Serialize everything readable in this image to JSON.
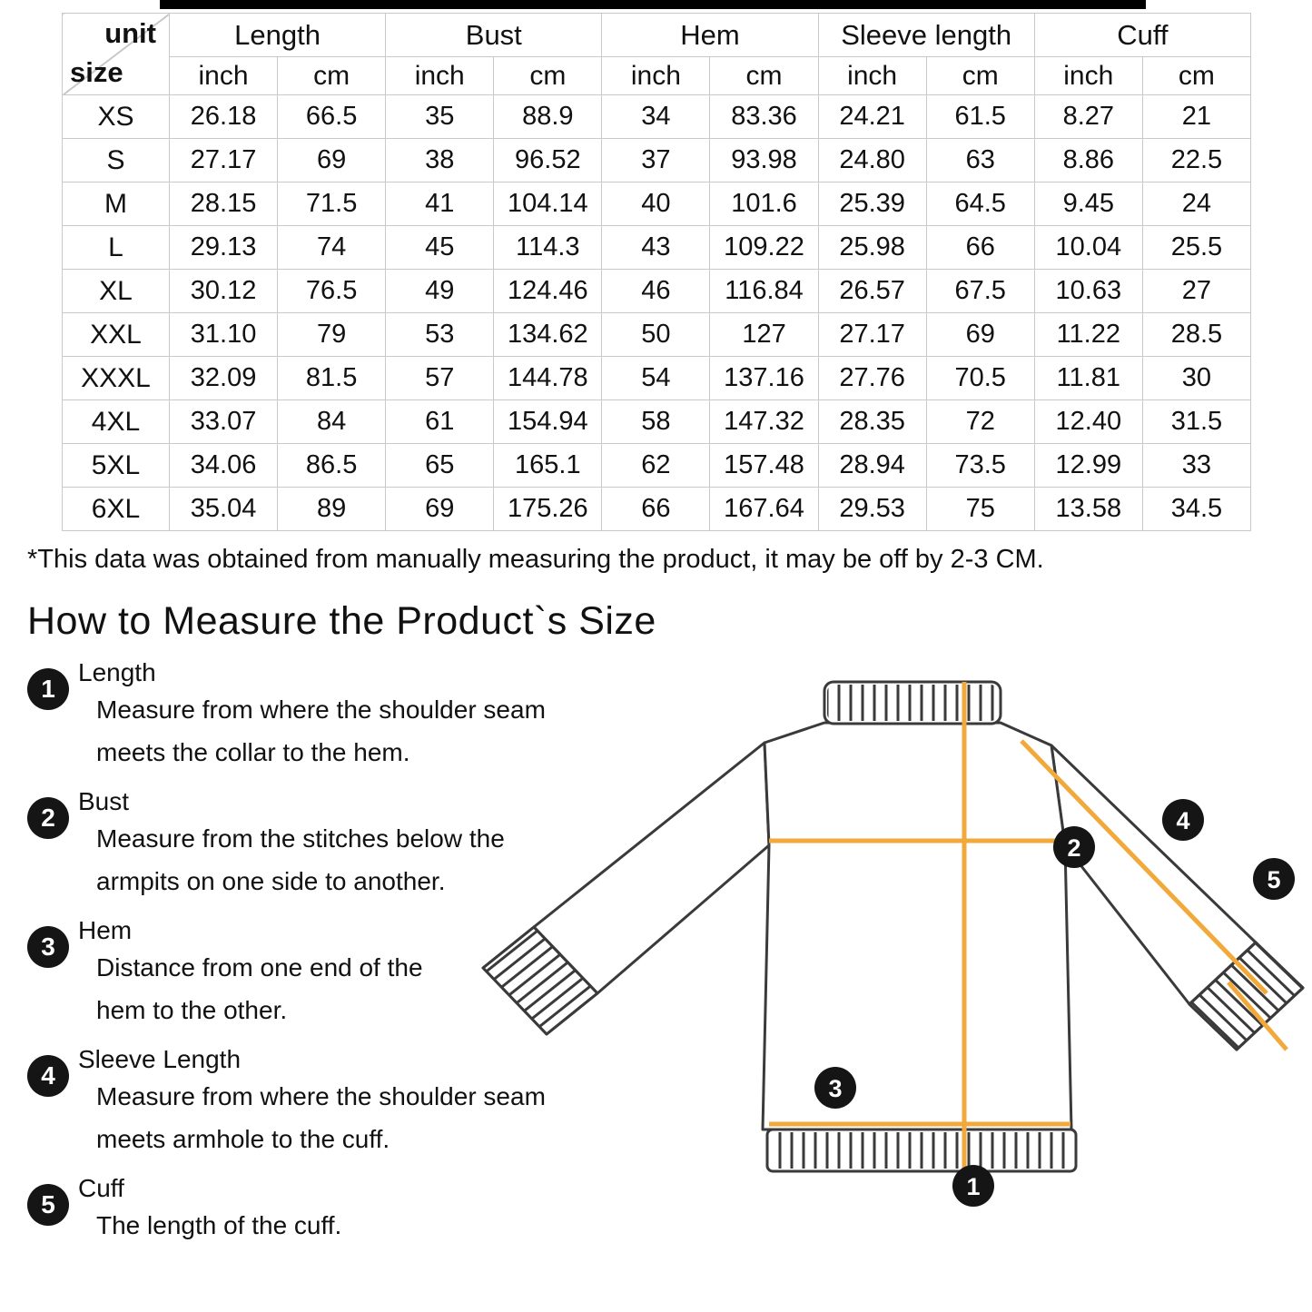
{
  "size_table": {
    "corner_top": "unit",
    "corner_bottom": "size",
    "groups": [
      "Length",
      "Bust",
      "Hem",
      "Sleeve length",
      "Cuff"
    ],
    "unit_headers": [
      "inch",
      "cm",
      "inch",
      "cm",
      "inch",
      "cm",
      "inch",
      "cm",
      "inch",
      "cm"
    ],
    "rows": [
      {
        "size": "XS",
        "values": [
          "26.18",
          "66.5",
          "35",
          "88.9",
          "34",
          "83.36",
          "24.21",
          "61.5",
          "8.27",
          "21"
        ]
      },
      {
        "size": "S",
        "values": [
          "27.17",
          "69",
          "38",
          "96.52",
          "37",
          "93.98",
          "24.80",
          "63",
          "8.86",
          "22.5"
        ]
      },
      {
        "size": "M",
        "values": [
          "28.15",
          "71.5",
          "41",
          "104.14",
          "40",
          "101.6",
          "25.39",
          "64.5",
          "9.45",
          "24"
        ]
      },
      {
        "size": "L",
        "values": [
          "29.13",
          "74",
          "45",
          "114.3",
          "43",
          "109.22",
          "25.98",
          "66",
          "10.04",
          "25.5"
        ]
      },
      {
        "size": "XL",
        "values": [
          "30.12",
          "76.5",
          "49",
          "124.46",
          "46",
          "116.84",
          "26.57",
          "67.5",
          "10.63",
          "27"
        ]
      },
      {
        "size": "XXL",
        "values": [
          "31.10",
          "79",
          "53",
          "134.62",
          "50",
          "127",
          "27.17",
          "69",
          "11.22",
          "28.5"
        ]
      },
      {
        "size": "XXXL",
        "values": [
          "32.09",
          "81.5",
          "57",
          "144.78",
          "54",
          "137.16",
          "27.76",
          "70.5",
          "11.81",
          "30"
        ]
      },
      {
        "size": "4XL",
        "values": [
          "33.07",
          "84",
          "61",
          "154.94",
          "58",
          "147.32",
          "28.35",
          "72",
          "12.40",
          "31.5"
        ]
      },
      {
        "size": "5XL",
        "values": [
          "34.06",
          "86.5",
          "65",
          "165.1",
          "62",
          "157.48",
          "28.94",
          "73.5",
          "12.99",
          "33"
        ]
      },
      {
        "size": "6XL",
        "values": [
          "35.04",
          "89",
          "69",
          "175.26",
          "66",
          "167.64",
          "29.53",
          "75",
          "13.58",
          "34.5"
        ]
      }
    ]
  },
  "note": "*This data was obtained from manually measuring the product, it may be off by 2-3 CM.",
  "section_title": "How to Measure the Product`s Size",
  "instructions": [
    {
      "num": "1",
      "title": "Length",
      "desc": "Measure from where the shoulder seam\nmeets the collar to the hem."
    },
    {
      "num": "2",
      "title": "Bust",
      "desc": "Measure from the stitches below the\narmpits on one side to another."
    },
    {
      "num": "3",
      "title": "Hem",
      "desc": "Distance from one end of the\nhem to the other."
    },
    {
      "num": "4",
      "title": "Sleeve Length",
      "desc": "Measure from where the shoulder seam\nmeets armhole to the cuff."
    },
    {
      "num": "5",
      "title": "Cuff",
      "desc": "The length of the cuff."
    }
  ],
  "diagram": {
    "markers": [
      "1",
      "2",
      "3",
      "4",
      "5"
    ],
    "line_color": "#F2A93B",
    "outline_color": "#3a3a3a",
    "marker_color": "#151515"
  }
}
